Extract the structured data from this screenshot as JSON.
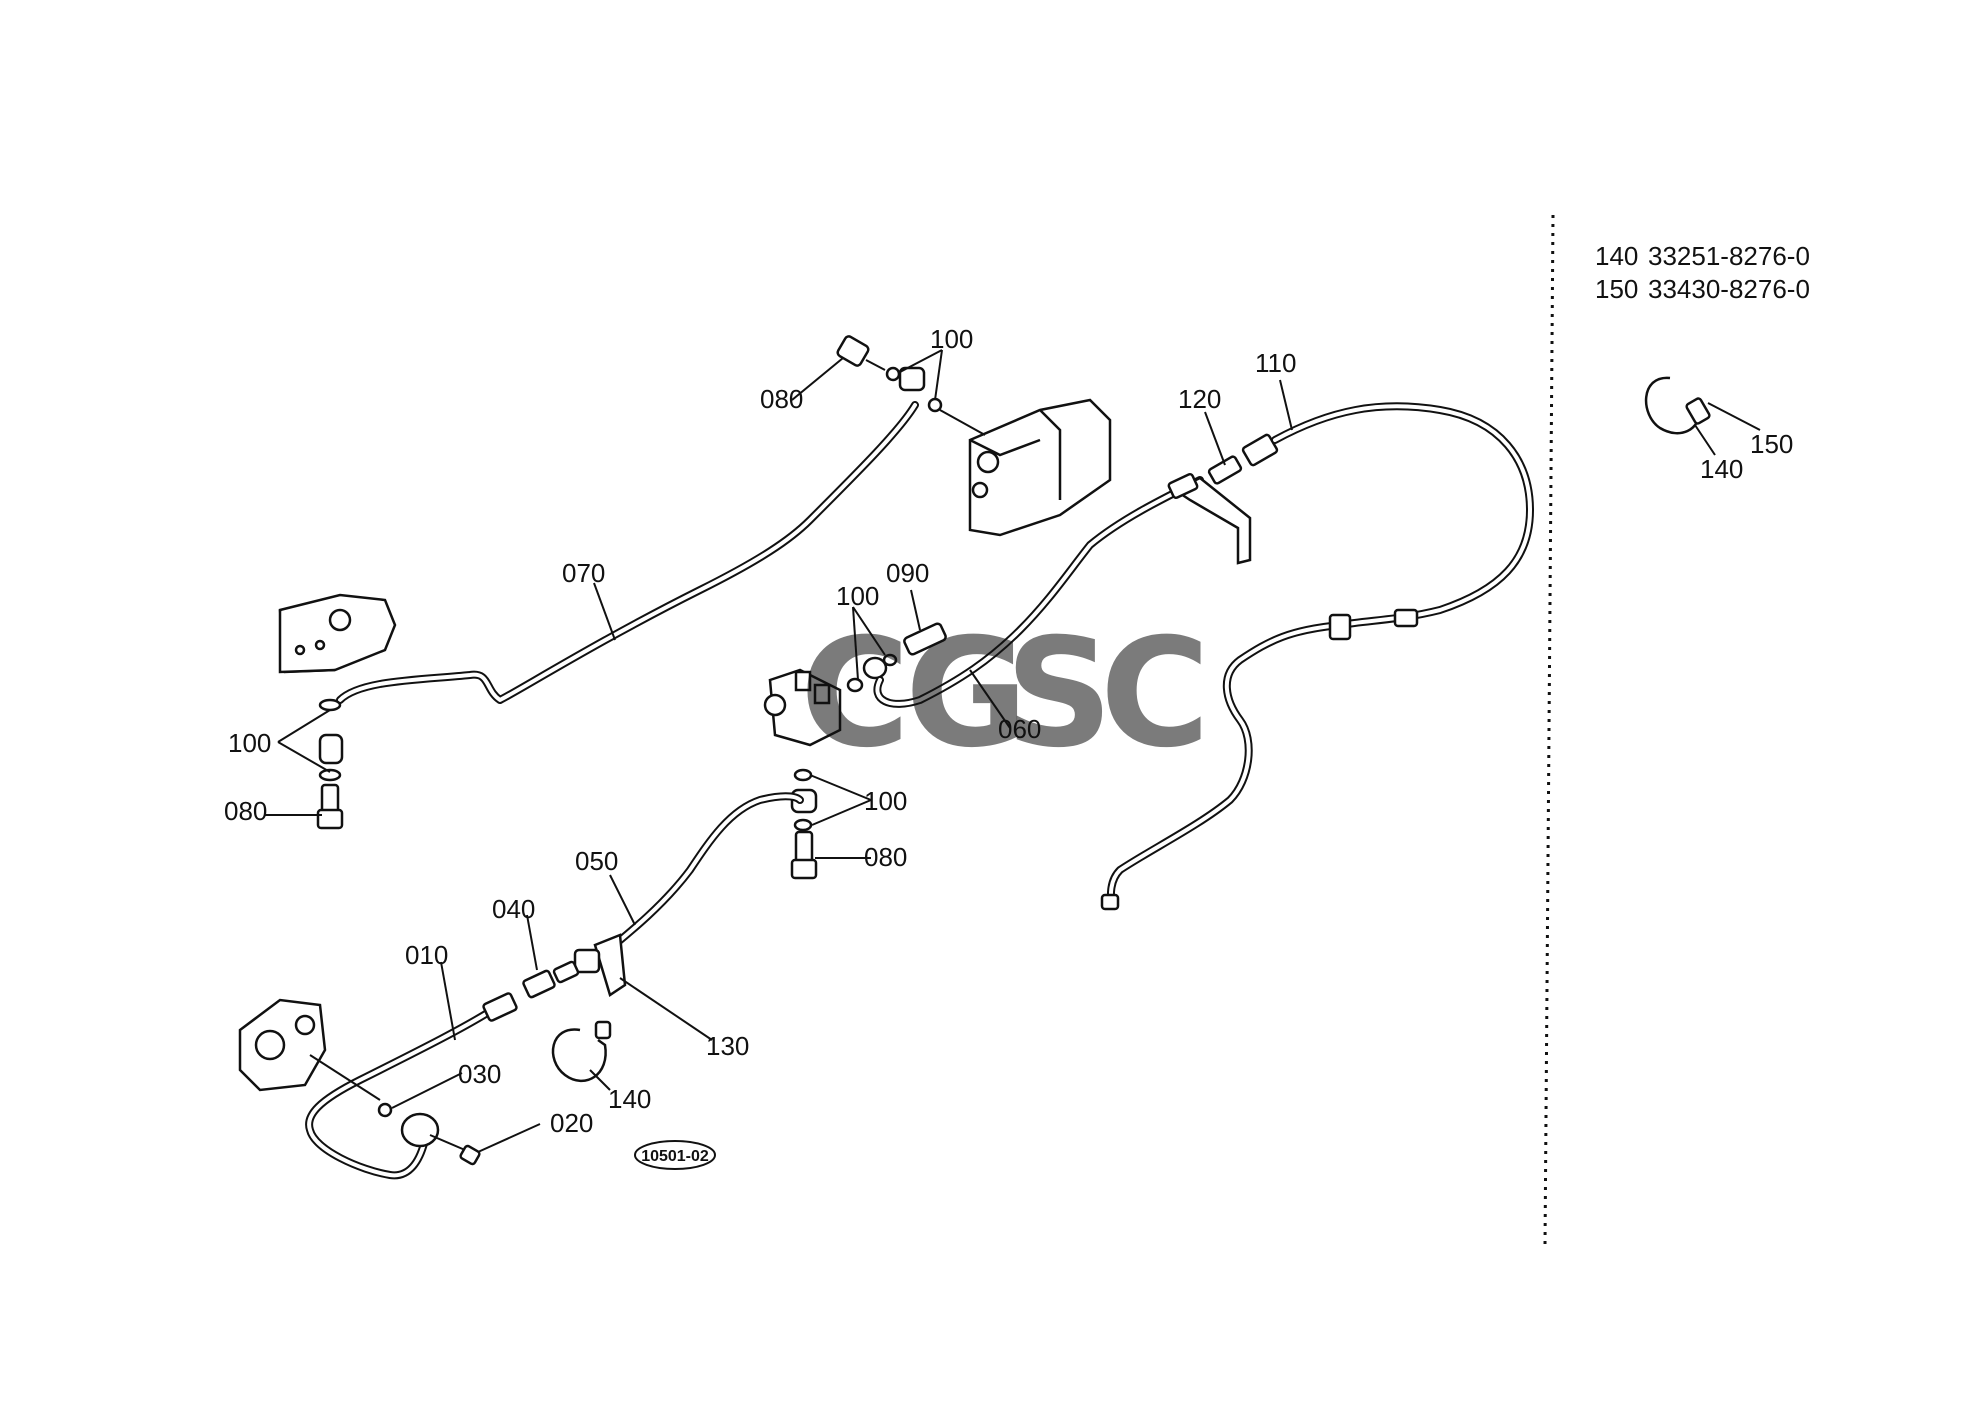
{
  "diagram": {
    "callouts": [
      "080",
      "100",
      "070",
      "100",
      "080",
      "100",
      "090",
      "060",
      "100",
      "080",
      "050",
      "040",
      "010",
      "030",
      "020",
      "140",
      "130",
      "120",
      "110"
    ],
    "code_tag": "10501-02",
    "inset": {
      "parts_list": [
        {
          "num": "140",
          "part": "33251-8276-0"
        },
        {
          "num": "150",
          "part": "33430-8276-0"
        }
      ],
      "callouts": [
        "150",
        "140"
      ]
    },
    "watermark": {
      "letters": [
        "C",
        "G",
        "S",
        "C"
      ],
      "colors": [
        "#4f86f7",
        "#f28a87",
        "#f7d35a",
        "#5bbf8a"
      ]
    }
  }
}
